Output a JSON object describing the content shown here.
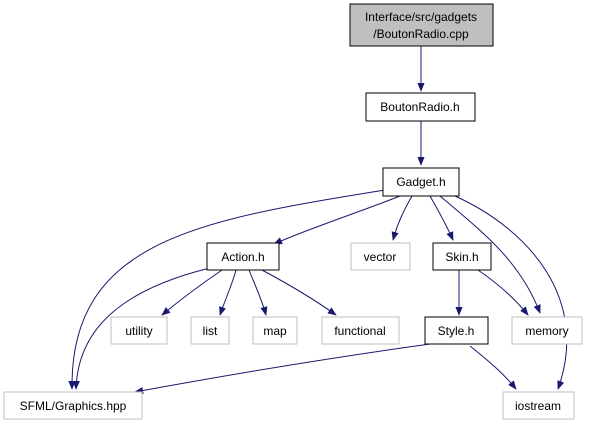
{
  "graph": {
    "colors": {
      "edge": "#191970",
      "root_fill": "#bfbfbf",
      "node_border": "#000000",
      "external_border": "#bfbfbf"
    },
    "nodes": {
      "root": {
        "line1": "Interface/src/gadgets",
        "line2": "/BoutonRadio.cpp"
      },
      "bouton_radio_h": "BoutonRadio.h",
      "gadget_h": "Gadget.h",
      "action_h": "Action.h",
      "vector": "vector",
      "skin_h": "Skin.h",
      "utility": "utility",
      "list": "list",
      "map": "map",
      "functional": "functional",
      "style_h": "Style.h",
      "memory": "memory",
      "sfml_graphics": "SFML/Graphics.hpp",
      "iostream": "iostream"
    }
  }
}
